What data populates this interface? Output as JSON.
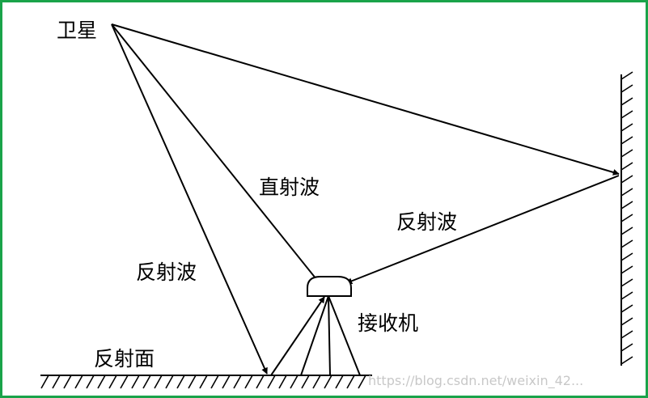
{
  "labels": {
    "satellite": "卫星",
    "direct_wave": "直射波",
    "reflected_wave_wall": "反射波",
    "reflected_wave_ground": "反射波",
    "receiver": "接收机",
    "reflecting_surface": "反射面"
  },
  "watermark": "https://blog.csdn.net/weixin_42...",
  "colors": {
    "frame": "#1aa34a",
    "ink": "#000000",
    "watermark": "#c8c8c8"
  }
}
